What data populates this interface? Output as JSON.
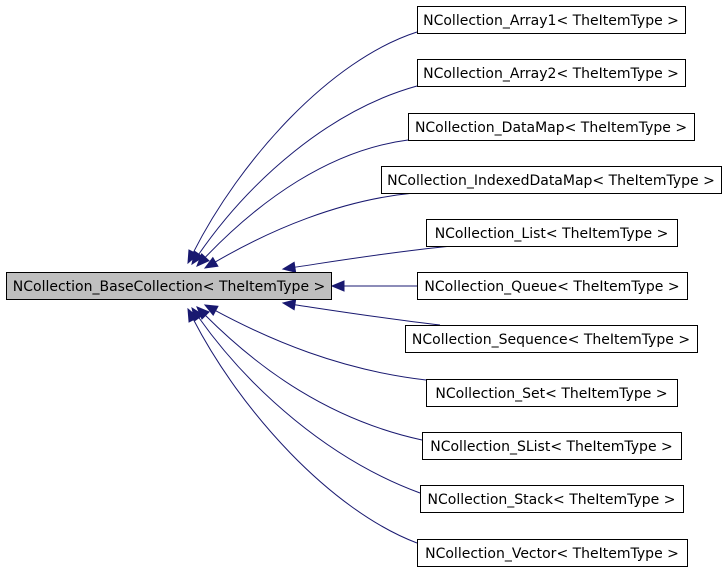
{
  "diagram": {
    "base": {
      "label": "NCollection_BaseCollection< TheItemType >"
    },
    "derived": [
      {
        "label": "NCollection_Array1< TheItemType >"
      },
      {
        "label": "NCollection_Array2< TheItemType >"
      },
      {
        "label": "NCollection_DataMap< TheItemType >"
      },
      {
        "label": "NCollection_IndexedDataMap< TheItemType >"
      },
      {
        "label": "NCollection_List< TheItemType >"
      },
      {
        "label": "NCollection_Queue< TheItemType >"
      },
      {
        "label": "NCollection_Sequence< TheItemType >"
      },
      {
        "label": "NCollection_Set< TheItemType >"
      },
      {
        "label": "NCollection_SList< TheItemType >"
      },
      {
        "label": "NCollection_Stack< TheItemType >"
      },
      {
        "label": "NCollection_Vector< TheItemType >"
      }
    ],
    "colors": {
      "edge": "#191970",
      "base_fill": "#bfbfbf",
      "node_fill": "#ffffff",
      "node_stroke": "#000000"
    }
  }
}
